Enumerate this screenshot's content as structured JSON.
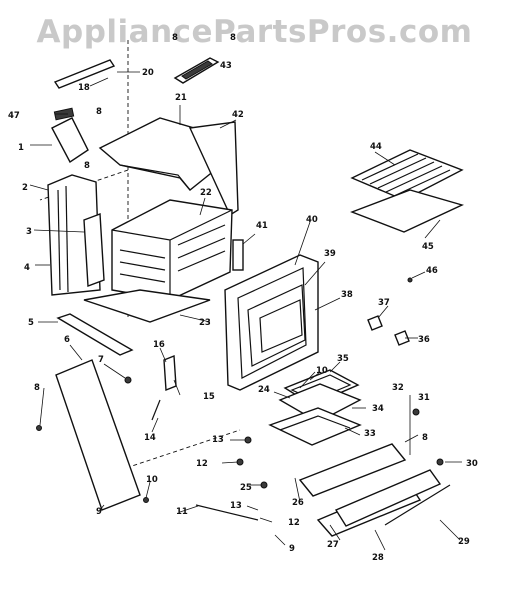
{
  "watermark": "AppliancePartsPros.com",
  "callouts": {
    "c1": "1",
    "c2": "2",
    "c3": "3",
    "c4": "4",
    "c5": "5",
    "c6": "6",
    "c7": "7",
    "c8a": "8",
    "c8b": "8",
    "c8c": "8",
    "c8d": "8",
    "c8e": "8",
    "c9": "9",
    "c10a": "10",
    "c10b": "10",
    "c11": "11",
    "c12a": "12",
    "c12b": "12",
    "c13a": "13",
    "c13b": "13",
    "c14": "14",
    "c15": "15",
    "c16": "16",
    "c18": "18",
    "c20": "20",
    "c21": "21",
    "c22": "22",
    "c23": "23",
    "c24": "24",
    "c25": "25",
    "c26": "26",
    "c27": "27",
    "c28": "28",
    "c29": "29",
    "c30": "30",
    "c31": "31",
    "c32": "32",
    "c33": "33",
    "c34": "34",
    "c35": "35",
    "c36": "36",
    "c37": "37",
    "c38": "38",
    "c39": "39",
    "c40": "40",
    "c41": "41",
    "c42": "42",
    "c43": "43",
    "c44": "44",
    "c45": "45",
    "c46": "46",
    "c47": "47"
  }
}
